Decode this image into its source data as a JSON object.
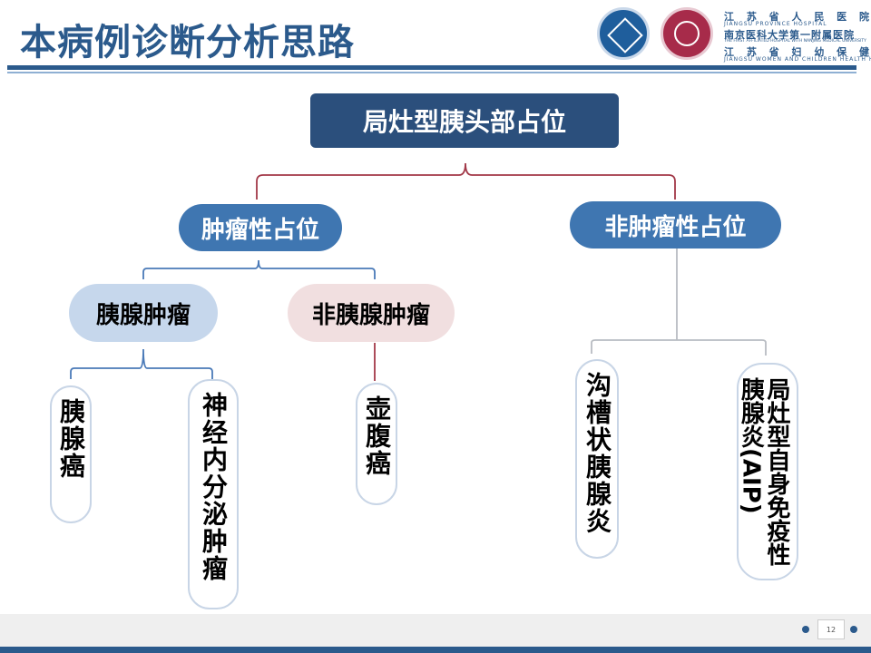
{
  "slide": {
    "title": "本病例诊断分析思路",
    "page_number": "12"
  },
  "hospitals": {
    "line1_cn": "江 苏 省 人 民 医 院",
    "line1_en": "JIANGSU PROVINCE HOSPITAL",
    "line2_cn": "南京医科大学第一附属医院",
    "line2_en": "THE FIRST AFFILIATED HOSPITAL WITH NANJING MEDICAL UNIVERSITY",
    "line3_cn": "江 苏 省 妇 幼 保 健 院",
    "line3_en": "JIANGSU WOMEN AND CHILDREN HEALTH HOSPITAL"
  },
  "diagram": {
    "root": "局灶型胰头部占位",
    "tumor": "肿瘤性占位",
    "non_tumor": "非肿瘤性占位",
    "pancreatic_tumor": "胰腺肿瘤",
    "non_pancreatic_tumor": "非胰腺肿瘤",
    "pancreatic_cancer": "胰腺癌",
    "neuroendocrine": "神经内分泌肿瘤",
    "ampullary": "壶腹癌",
    "groove": "沟槽状胰腺炎",
    "aip": "局灶型自身免疫性胰腺炎(AIP)"
  }
}
